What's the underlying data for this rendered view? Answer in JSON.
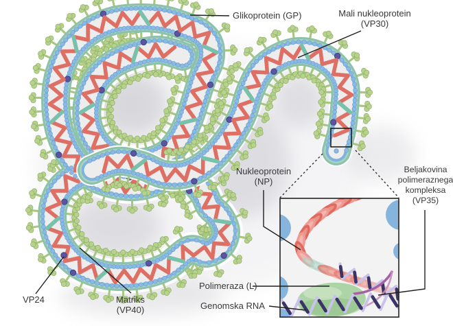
{
  "labels": {
    "glycoprotein": "Glikoprotein (GP)",
    "vp30_line1": "Mali nukleoprotein",
    "vp30_line2": "(VP30)",
    "np_line1": "Nukleoprotein",
    "np_line2": "(NP)",
    "vp35_line1": "Beljakovina",
    "vp35_line2": "polimeraznega",
    "vp35_line3": "kompleksa",
    "vp35_line4": "(VP35)",
    "polymerase": "Polimeraza (L)",
    "genomic_rna": "Genomska RNA",
    "vp24": "VP24",
    "matrix_line1": "Matriks",
    "matrix_line2": "(VP40)"
  },
  "colors": {
    "background": "#ffffff",
    "shadow": "#bdbdc4",
    "envelope": "#8cc2ab",
    "envelope_inner": "#a9d3bf",
    "membrane_blue": "#7fb2dc",
    "interior": "#ededee",
    "bead": "#8abae4",
    "bead_edge": "#6a9fd2",
    "spike_stalk": "#a6c77c",
    "spike_head": "#b7d28d",
    "spike_edge": "#8fae64",
    "np_red": "#e5796f",
    "np_red_dark": "#d6655a",
    "np_teal": "#76c2ac",
    "vp24_dot": "#5b54a2",
    "vp24_edge": "#45407e",
    "leader": "#1f1f1f",
    "inset_bg": "#f3f3f4",
    "inset_frame": "#222222",
    "inset_blue": "#85b4dd",
    "coil_red": "#e06a5e",
    "coil_red_light": "#ee9c93",
    "coil_teal": "#a8d6c6",
    "blob_green": "#a9d2a1",
    "blob_shade": "#85b97d",
    "blob_highlight": "#cfe6c8",
    "helix_light": "#c9c3ea",
    "helix_dark": "#3a3566",
    "magenta": "#a95fa5",
    "magenta_light": "#c490bf"
  }
}
